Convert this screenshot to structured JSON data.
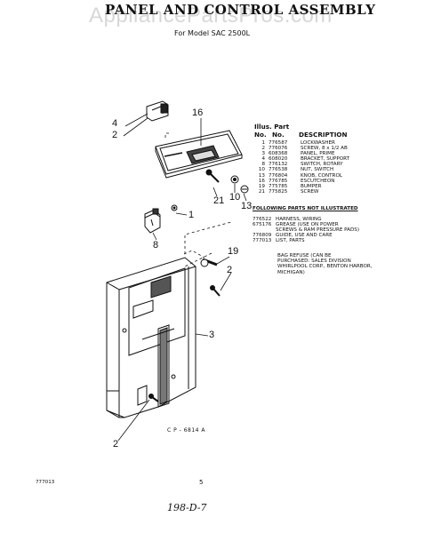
{
  "watermark": "AppliancePartsPros.com",
  "title": "PANEL AND CONTROL ASSEMBLY",
  "model_line": "For Model SAC 2500L",
  "table": {
    "header_line1": "Illus.  Part",
    "header_no": "No.",
    "header_partno": "No.",
    "header_desc": "DESCRIPTION",
    "rows": [
      {
        "no": "1",
        "part": "776587",
        "desc": "LOCKWASHER"
      },
      {
        "no": "2",
        "part": "776076",
        "desc": "SCREW, 8 x 1/2 AB"
      },
      {
        "no": "3",
        "part": "608368",
        "desc": "PANEL, PRIME"
      },
      {
        "no": "4",
        "part": "608020",
        "desc": "BRACKET, SUPPORT"
      },
      {
        "no": "8",
        "part": "776132",
        "desc": "SWITCH, ROTARY"
      },
      {
        "no": "10",
        "part": "776538",
        "desc": "NUT, SWITCH"
      },
      {
        "no": "13",
        "part": "776804",
        "desc": "KNOB, CONTROL"
      },
      {
        "no": "16",
        "part": "776785",
        "desc": "ESCUTCHEON"
      },
      {
        "no": "19",
        "part": "775785",
        "desc": "BUMPER"
      },
      {
        "no": "21",
        "part": "775825",
        "desc": "SCREW"
      }
    ],
    "section_title": "FOLLOWING PARTS NOT ILLUSTRATED",
    "extra_rows": [
      {
        "part": "776522",
        "desc": "HARNESS, WIRING"
      },
      {
        "part": "675176",
        "desc": "GREASE (USE ON POWER\nSCREWS & RAM PRESSURE PADS)"
      },
      {
        "part": "776809",
        "desc": "GUIDE, USE AND CARE"
      },
      {
        "part": "777013",
        "desc": "LIST, PARTS"
      }
    ],
    "note": "BAG REFUSE (CAN BE\nPURCHASED: SALES DIVISION\nWHIRLPOOL CORP., BENTON HARBOR,\nMICHIGAN)"
  },
  "callouts": {
    "c4": "4",
    "c2a": "2",
    "c16": "16",
    "c1": "1",
    "c21": "21",
    "c10": "10",
    "c13": "13",
    "c8": "8",
    "c19": "19",
    "c2b": "2",
    "c3": "3",
    "c2c": "2"
  },
  "figure_code": "C  P - 6814  A",
  "page_code": "777013",
  "page_number": "5",
  "handwriting": "198-D-7"
}
